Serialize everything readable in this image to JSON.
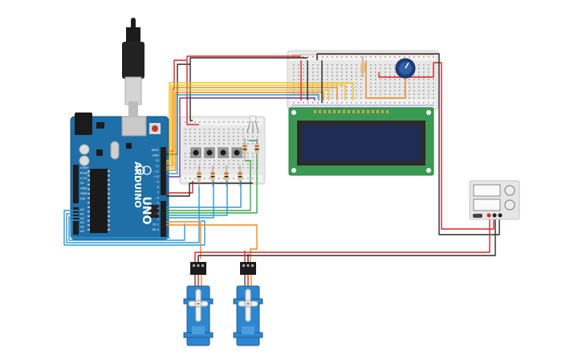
{
  "arduino": {
    "brand": "ARDUINO",
    "model": "UNO",
    "power_labels": [
      "IOREF",
      "RESET",
      "3.3V",
      "5V",
      "GND",
      "GND",
      "VIN"
    ],
    "analog_labels": [
      "A0",
      "A1",
      "A2",
      "A3",
      "A4",
      "A5"
    ],
    "digital_labels": [
      "AREF",
      "GND",
      "13",
      "12",
      "~11",
      "~10",
      "~9",
      "8",
      "7",
      "~6",
      "~5",
      "4",
      "~3",
      "2",
      "TX 1",
      "RX 0"
    ]
  },
  "colors": {
    "board": "#1f6fa8",
    "wire_red": "#d7262b",
    "wire_black": "#2b2b2b",
    "wire_yellow": "#f2c21b",
    "wire_orange": "#ee8a1d",
    "wire_blue": "#2b9bd6",
    "wire_green": "#3aa64a",
    "wire_purple": "#6b3fa0",
    "lcd_pcb": "#3a9a52",
    "lcd_screen": "#1d2d55",
    "servo": "#2e86cf"
  }
}
